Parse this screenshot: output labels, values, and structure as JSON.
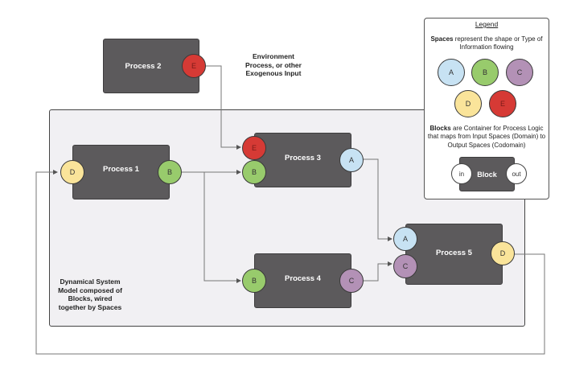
{
  "container_note": [
    "Dynamical System",
    "Model composed of",
    "Blocks, wired",
    "together by Spaces"
  ],
  "env_note": [
    "Environment",
    "Process, or other",
    "Exogenous Input"
  ],
  "blocks": {
    "p1": {
      "label": "Process 1"
    },
    "p2": {
      "label": "Process 2"
    },
    "p3": {
      "label": "Process 3"
    },
    "p4": {
      "label": "Process 4"
    },
    "p5": {
      "label": "Process 5"
    }
  },
  "spaces": {
    "A": "A",
    "B": "B",
    "C": "C",
    "D": "D",
    "E": "E"
  },
  "space_colors": {
    "A": "#c7e2f3",
    "B": "#98cb6c",
    "C": "#b391b6",
    "D": "#fae49a",
    "E": "#d63a35"
  },
  "legend": {
    "title": "Legend",
    "spaces_bold": "Spaces",
    "spaces_text": " represent the shape or Type of Information flowing",
    "blocks_bold": "Blocks",
    "blocks_text": " are Container for Process Logic that maps from Input Spaces (Domain) to Output Spaces (Codomain)",
    "block_label": "Block",
    "in_label": "in",
    "out_label": "out"
  }
}
